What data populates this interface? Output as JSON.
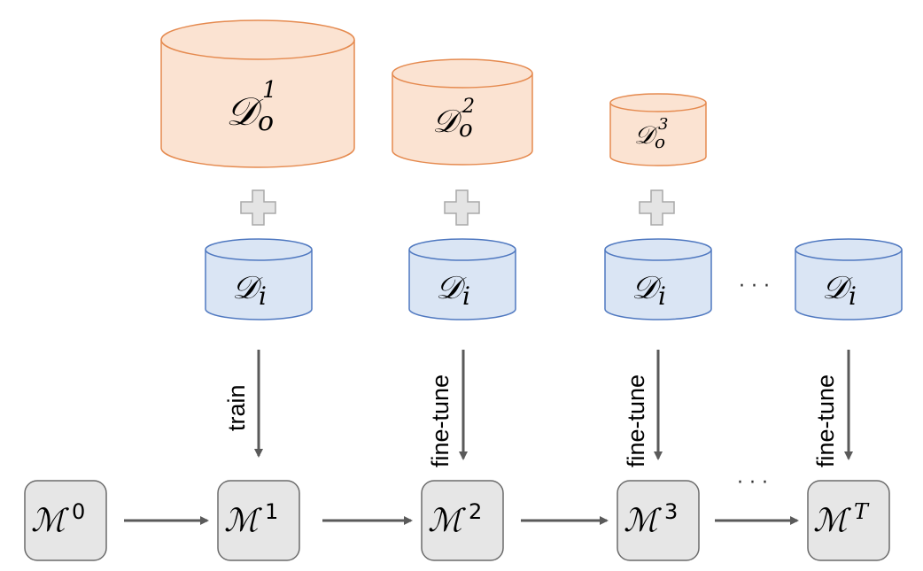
{
  "symbols": {
    "data_main": "𝒟",
    "model": "ℳ",
    "old_sub": "o",
    "inc_sub": "i"
  },
  "old_datasets": [
    {
      "sup": "1"
    },
    {
      "sup": "2"
    },
    {
      "sup": "3"
    }
  ],
  "incremental_datasets": [
    {
      "sub": "i"
    },
    {
      "sub": "i"
    },
    {
      "sub": "i"
    },
    {
      "sub": "i"
    }
  ],
  "plus_sign": "+",
  "ellipsis": "· · ·",
  "steps": [
    {
      "label": "train"
    },
    {
      "label": "fine-tune"
    },
    {
      "label": "fine-tune"
    },
    {
      "label": "fine-tune"
    }
  ],
  "models": [
    {
      "sup": "0"
    },
    {
      "sup": "1"
    },
    {
      "sup": "2"
    },
    {
      "sup": "3"
    },
    {
      "sup": "T"
    }
  ],
  "colors": {
    "old_fill": "#fbe3d2",
    "old_stroke": "#e58a4f",
    "inc_fill": "#dae5f4",
    "inc_stroke": "#4f78c0",
    "model_fill": "#e6e6e6",
    "model_stroke": "#6b6b6b",
    "arrow": "#5a5a5a",
    "plus_fill": "#e4e4e4",
    "plus_stroke": "#a8a8a8"
  }
}
